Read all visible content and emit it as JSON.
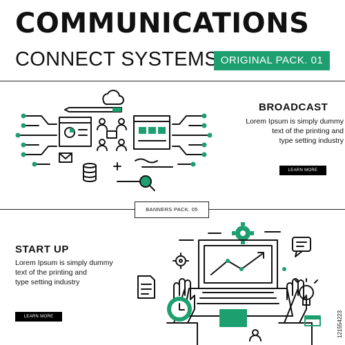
{
  "header": {
    "title": "COMMUNICATIONS",
    "subtitle": "CONNECT SYSTEMS",
    "badge": "ORIGINAL PACK. 01"
  },
  "broadcast": {
    "heading": "BROADCAST",
    "body_line1": "Lorem Ipsum is simply dummy",
    "body_line2": "text of the printing and",
    "body_line3": "type setting industry",
    "button": "LEARN MORE"
  },
  "divider": {
    "label": "BANNERS PACK. 05"
  },
  "startup": {
    "heading": "START UP",
    "body_line1": "Lorem Ipsum is simply dummy",
    "body_line2": "text of the printing and",
    "body_line3": "type setting industry",
    "button": "LEARN MORE"
  },
  "stock_id": "121554223",
  "colors": {
    "accent": "#1e9f70",
    "ink": "#111111",
    "background": "#ffffff"
  },
  "icons": [
    "cloud-icon",
    "pencil-icon",
    "presentation-icon",
    "org-chart-icon",
    "browser-window-icon",
    "envelope-icon",
    "database-icon",
    "magnifier-icon",
    "sparkle-icon",
    "gear-icon",
    "laptop-icon",
    "line-chart-icon",
    "hand-icon",
    "speech-bubble-icon",
    "document-icon",
    "clock-icon",
    "lightbulb-icon",
    "user-icon",
    "card-icon"
  ]
}
